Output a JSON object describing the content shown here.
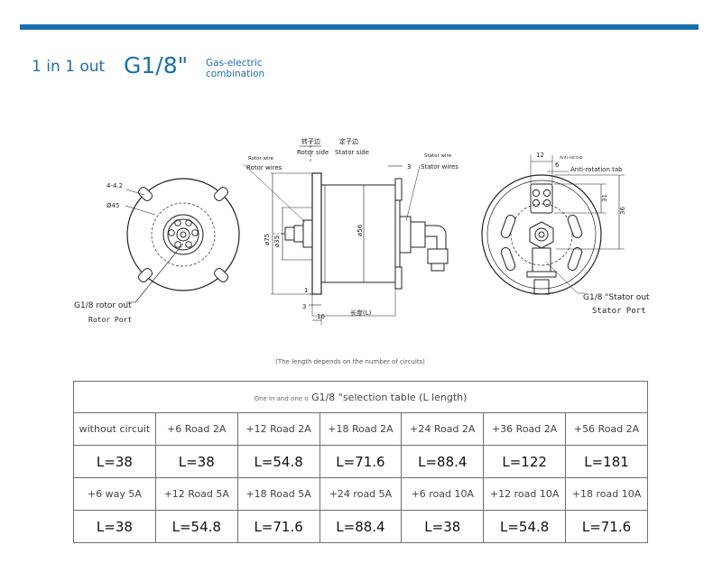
{
  "header": {
    "left_title": "1 in 1 out",
    "thread_title": "G1/8\"",
    "subtitle_line1": "Gas-electric",
    "subtitle_line2": "combination"
  },
  "drawing": {
    "left_view": {
      "hole_label": "4-4.2",
      "diameter_label": "Ø45",
      "port_label_1": "G1/8 rotor out",
      "port_label_2": "Rotor Port"
    },
    "center_view": {
      "rotor_side_cn": "转子边",
      "stator_side_cn": "定子边",
      "rotor_side": "Rotor side",
      "stator_side": "Stator side",
      "rotor_wire_small": "Rotor wire",
      "rotor_wires": "Rotor wires",
      "stator_wire_small": "Stator wire",
      "stator_wires": "Stator wires",
      "dim_3_top": "3",
      "dim_75": "ø75",
      "dim_35": "ø35",
      "dim_56": "ø56",
      "dim_1": "1",
      "dim_3_bottom": "3",
      "dim_10": "10",
      "length_label": "长度(L)"
    },
    "right_view": {
      "dim_12": "12",
      "dim_6": "6",
      "tab_small": "Anti-rot tab",
      "tab_label": "Anti-rotation tab",
      "dim_31": "31",
      "dim_36": "36",
      "port_label_1": "G1/8 \"Stator out",
      "port_label_2": "Stator Port"
    }
  },
  "caption": "(The length depends on the number of circuits)",
  "table": {
    "title_prefix": "One in and one o",
    "title_main": "G1/8 \"selection table (L length)",
    "row1_headers": [
      "without circuit",
      "+6 Road 2A",
      "+12 Road 2A",
      "+18 Road 2A",
      "+24 Road 2A",
      "+36 Road 2A",
      "+56 Road 2A"
    ],
    "row1_values": [
      "L=38",
      "L=38",
      "L=54.8",
      "L=71.6",
      "L=88.4",
      "L=122",
      "L=181"
    ],
    "row2_headers": [
      "+6 way 5A",
      "+12 Road 5A",
      "+18 Road 5A",
      "+24 road 5A",
      "+6 road 10A",
      "+12 road 10A",
      "+18 road 10A"
    ],
    "row2_values": [
      "L=38",
      "L=54.8",
      "L=71.6",
      "L=88.4",
      "L=38",
      "L=54.8",
      "L=71.6"
    ]
  },
  "colors": {
    "accent": "#1a6fae",
    "title_blue": "#1f6ea8",
    "table_border": "#6f6f6f"
  }
}
